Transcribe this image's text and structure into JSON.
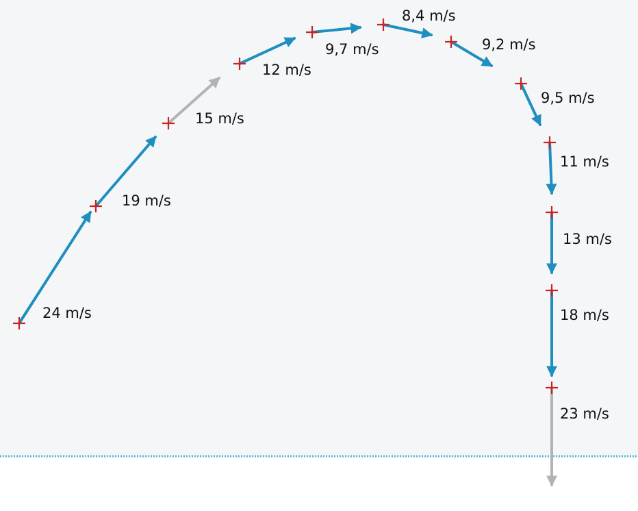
{
  "colors": {
    "background": "#f5f6f8",
    "velocity_arrow": "#1e8fbf",
    "velocity_arrow_gray": "#b3b3b3",
    "position_marker": "#cc2222",
    "label_text": "#111111"
  },
  "trajectory": {
    "points": [
      {
        "id": "p1",
        "speed_label": "24 m/s"
      },
      {
        "id": "p2",
        "speed_label": "19 m/s"
      },
      {
        "id": "p3",
        "speed_label": "15 m/s"
      },
      {
        "id": "p4",
        "speed_label": "12 m/s"
      },
      {
        "id": "p5",
        "speed_label": "9,7 m/s"
      },
      {
        "id": "p6",
        "speed_label": "8,4 m/s"
      },
      {
        "id": "p7",
        "speed_label": "9,2 m/s"
      },
      {
        "id": "p8",
        "speed_label": "9,5 m/s"
      },
      {
        "id": "p9",
        "speed_label": "11 m/s"
      },
      {
        "id": "p10",
        "speed_label": "13 m/s"
      },
      {
        "id": "p11",
        "speed_label": "18 m/s"
      },
      {
        "id": "p12",
        "speed_label": "23 m/s"
      }
    ],
    "marker_icon": "plus-cross-marker-icon",
    "arrow_icon": "velocity-vector-arrow-icon"
  }
}
